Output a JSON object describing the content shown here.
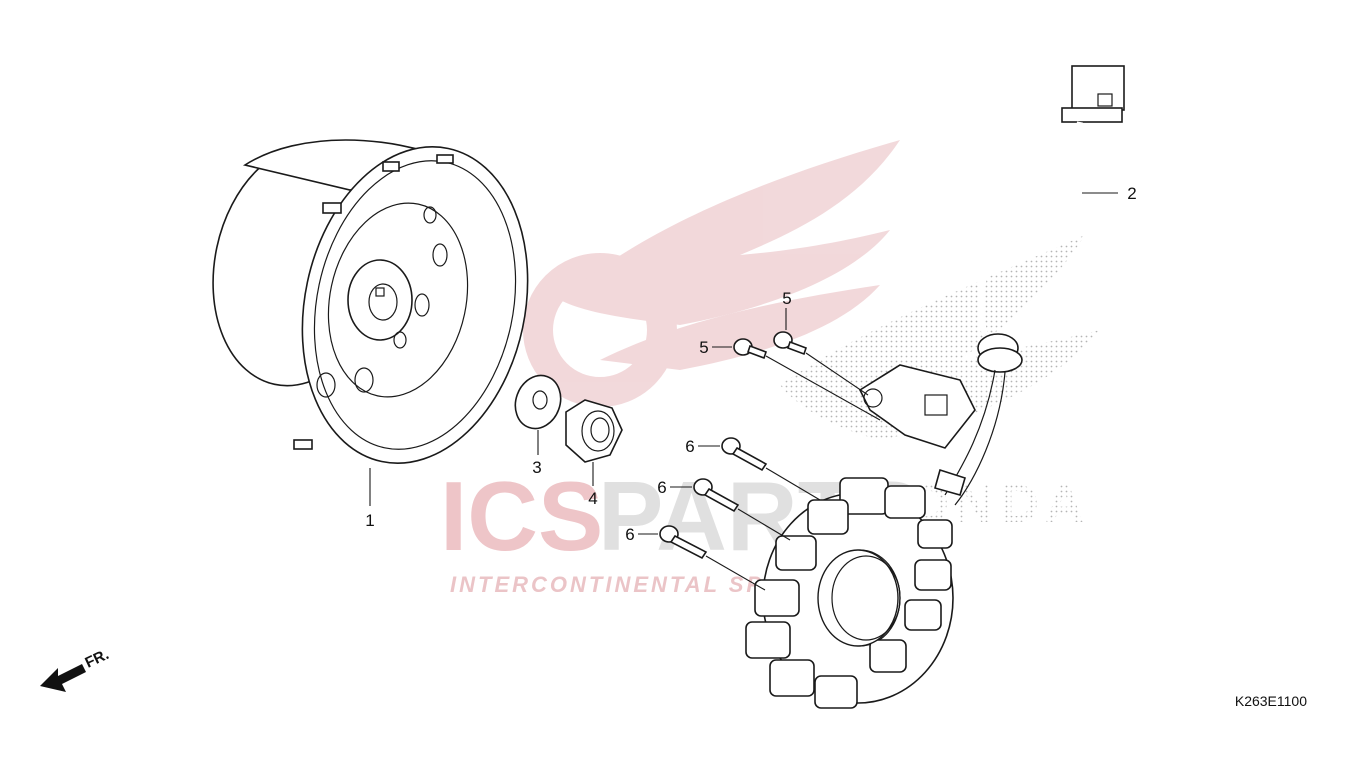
{
  "watermark": {
    "brand_text_a": "ICS",
    "brand_text_b": "PARTS",
    "tagline": "INTERCONTINENTAL SPARE PARTS",
    "background_text": "HONDA"
  },
  "callouts": [
    {
      "id": "1",
      "label": "1"
    },
    {
      "id": "2",
      "label": "2"
    },
    {
      "id": "3",
      "label": "3"
    },
    {
      "id": "4",
      "label": "4"
    },
    {
      "id": "5a",
      "label": "5"
    },
    {
      "id": "5b",
      "label": "5"
    },
    {
      "id": "6a",
      "label": "6"
    },
    {
      "id": "6b",
      "label": "6"
    },
    {
      "id": "6c",
      "label": "6"
    }
  ],
  "direction_marker": {
    "label": "FR."
  },
  "diagram_code": "K263E1100",
  "colors": {
    "watermark_red": "#e8b9bd",
    "watermark_grey": "#d9d9d9",
    "line": "#1a1a1a"
  }
}
